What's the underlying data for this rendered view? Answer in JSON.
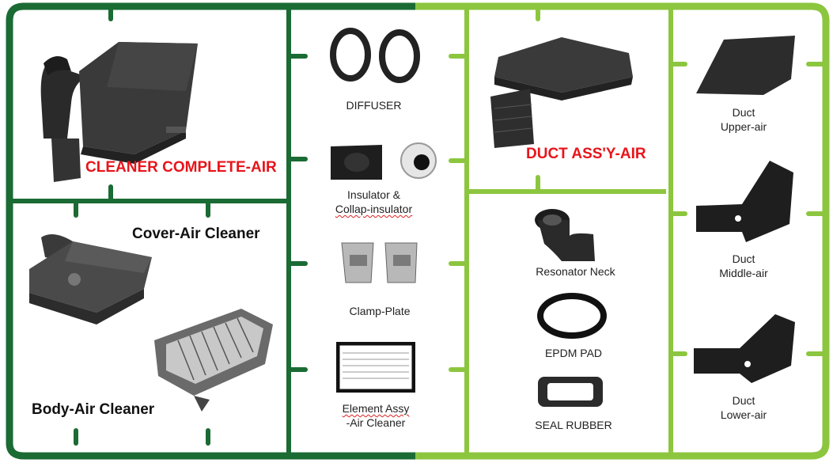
{
  "colors": {
    "dark_green": "#1b6b34",
    "light_green": "#8cc63f",
    "highlight_red": "#e8141a",
    "part_black": "#2a2a2a"
  },
  "left_panel": {
    "cleaner_complete": "CLEANER COMPLETE-AIR",
    "cover": "Cover-Air Cleaner",
    "body": "Body-Air Cleaner"
  },
  "middle_column": {
    "diffuser": "DIFFUSER",
    "insulator_line1": "Insulator &",
    "insulator_line2": "Collap-insulator",
    "clamp": "Clamp-Plate",
    "element_line1": "Element Assy",
    "element_line2": "-Air Cleaner"
  },
  "duct_panel": {
    "title": "DUCT ASS'Y-AIR",
    "resonator": "Resonator Neck",
    "epdm": "EPDM PAD",
    "seal": "SEAL RUBBER"
  },
  "right_column": {
    "upper_line1": "Duct",
    "upper_line2": "Upper-air",
    "middle_line1": "Duct",
    "middle_line2": "Middle-air",
    "lower_line1": "Duct",
    "lower_line2": "Lower-air"
  }
}
